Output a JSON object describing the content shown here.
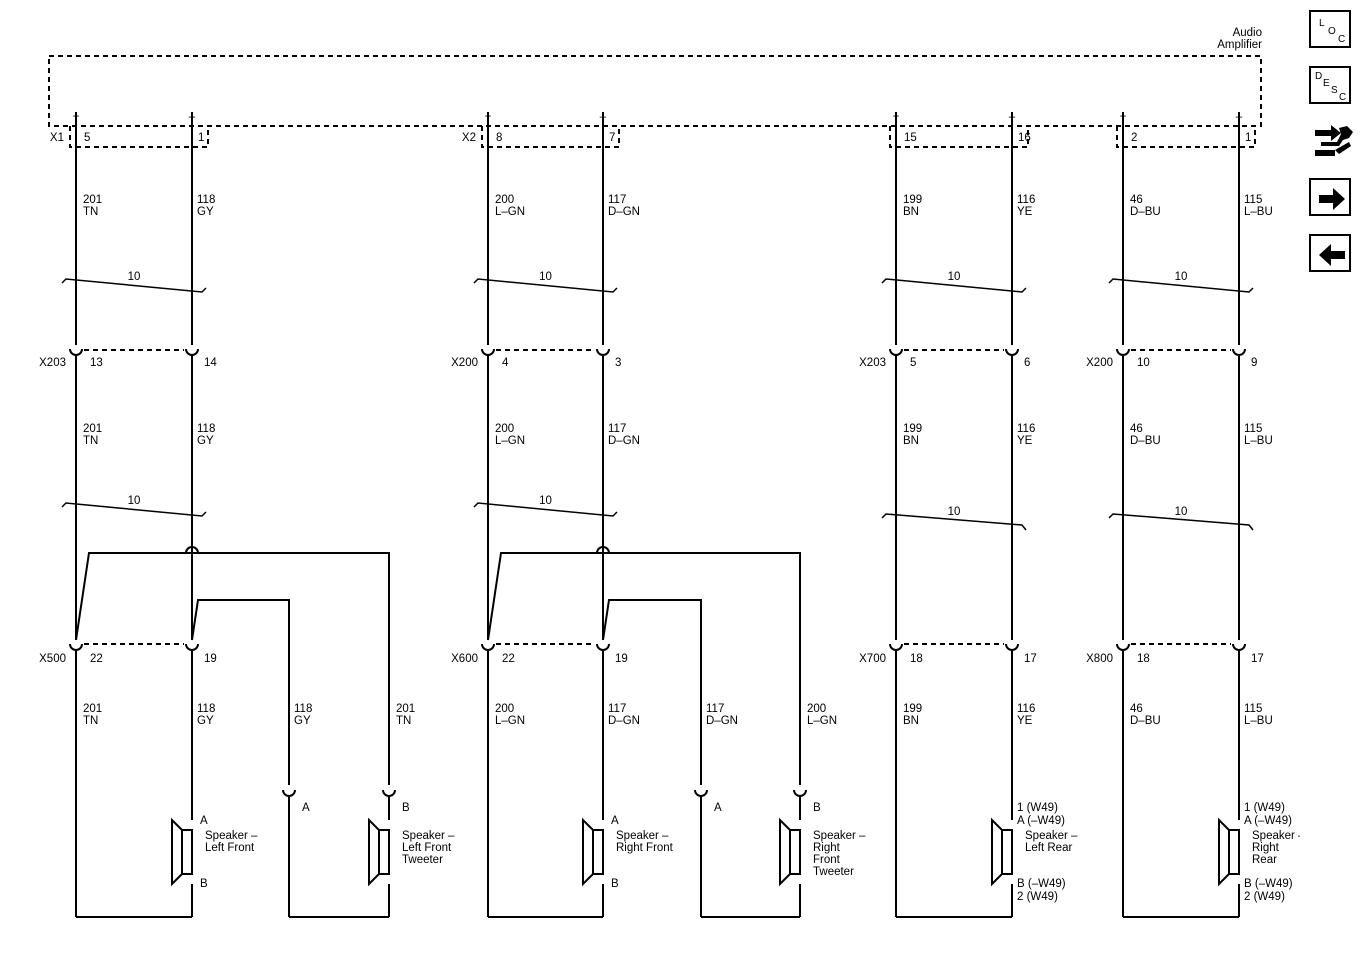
{
  "amplifier": {
    "line1": "Audio",
    "line2": "Amplifier"
  },
  "connectors": [
    {
      "left": "X1",
      "terminals": [
        "5",
        "1"
      ]
    },
    {
      "left": "X2",
      "terminals": [
        "8",
        "7"
      ]
    },
    {
      "left": "",
      "terminals": [
        "15",
        "16"
      ]
    },
    {
      "left": "",
      "terminals": [
        "2",
        "1"
      ]
    }
  ],
  "plus_sign": "+",
  "minus_sign": "–",
  "twist_label": "10",
  "mid_connectors": [
    {
      "name": "X203",
      "terminals": [
        "13",
        "14"
      ]
    },
    {
      "name": "X200",
      "terminals": [
        "4",
        "3"
      ]
    },
    {
      "name": "X203",
      "terminals": [
        "5",
        "6"
      ]
    },
    {
      "name": "X200",
      "terminals": [
        "10",
        "9"
      ]
    }
  ],
  "bottom_connectors": [
    {
      "name": "X500",
      "terminals": [
        "22",
        "19"
      ]
    },
    {
      "name": "X600",
      "terminals": [
        "22",
        "19"
      ]
    },
    {
      "name": "X700",
      "terminals": [
        "18",
        "17"
      ]
    },
    {
      "name": "X800",
      "terminals": [
        "18",
        "17"
      ]
    }
  ],
  "wires": [
    {
      "circuit": "201",
      "color": "TN"
    },
    {
      "circuit": "118",
      "color": "GY"
    },
    {
      "circuit": "200",
      "color": "L–GN"
    },
    {
      "circuit": "117",
      "color": "D–GN"
    },
    {
      "circuit": "199",
      "color": "BN"
    },
    {
      "circuit": "116",
      "color": "YE"
    },
    {
      "circuit": "46",
      "color": "D–BU"
    },
    {
      "circuit": "115",
      "color": "L–BU"
    }
  ],
  "tweeter_wires": [
    {
      "circuit": "118",
      "color": "GY"
    },
    {
      "circuit": "201",
      "color": "TN"
    },
    {
      "circuit": "117",
      "color": "D–GN"
    },
    {
      "circuit": "200",
      "color": "L–GN"
    }
  ],
  "speakers": [
    {
      "lines": [
        "Speaker –",
        "Left Front"
      ],
      "top": "A",
      "bottom": "B"
    },
    {
      "lines": [
        "Speaker –",
        "Left Front",
        "Tweeter"
      ],
      "top": "B",
      "bottom": ""
    },
    {
      "lines": [
        "Speaker –",
        "Right Front"
      ],
      "top": "A",
      "bottom": "B"
    },
    {
      "lines": [
        "Speaker –",
        "Right",
        "Front",
        "Tweeter"
      ],
      "top": "B",
      "bottom": ""
    },
    {
      "lines": [
        "Speaker –",
        "Left Rear"
      ],
      "top": "A (–W49)",
      "top2": "1 (W49)",
      "bottom": "B (–W49)",
      "bottom2": "2 (W49)"
    },
    {
      "lines": [
        "Speaker –",
        "Right",
        "Rear"
      ],
      "top": "A (–W49)",
      "top2": "1 (W49)",
      "bottom": "B (–W49)",
      "bottom2": "2 (W49)"
    }
  ],
  "tweeter_pins": [
    "A",
    "B",
    "A",
    "B"
  ],
  "nav": {
    "loc": [
      "L",
      "O",
      "C"
    ],
    "desc": [
      "D",
      "E",
      "S",
      "C"
    ]
  }
}
